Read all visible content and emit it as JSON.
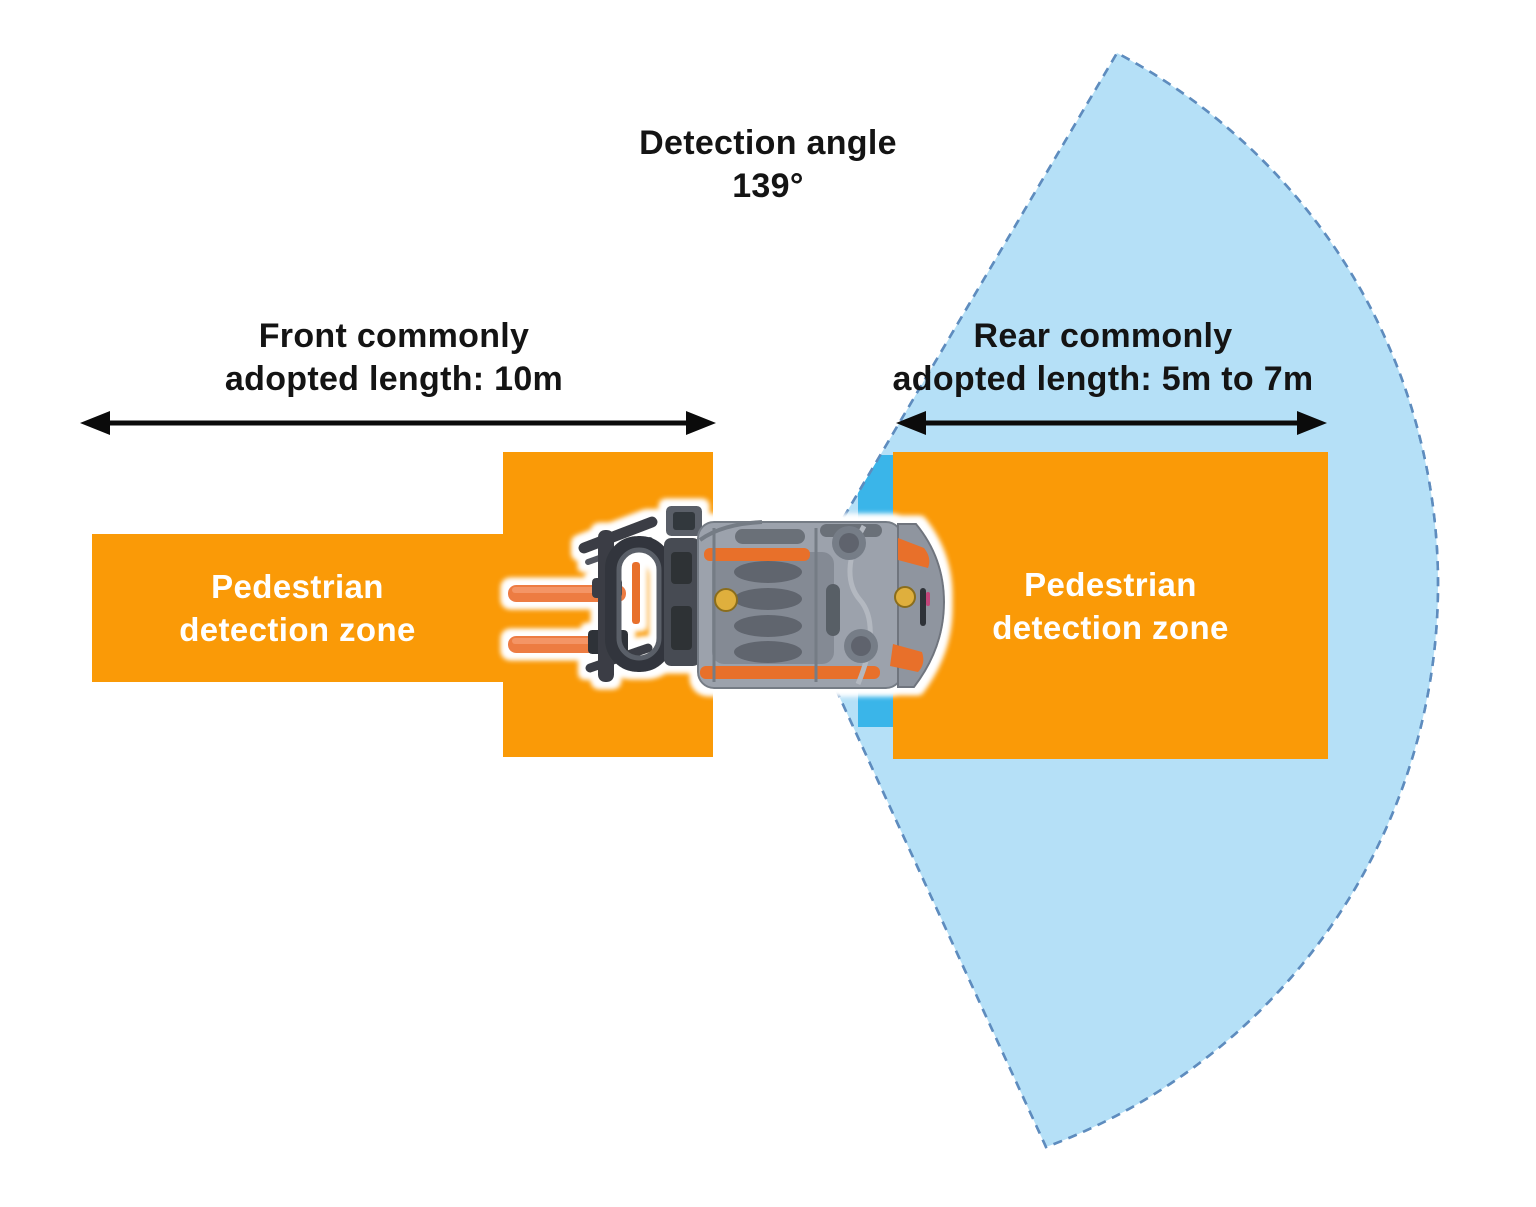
{
  "title": {
    "line1": "Detection angle",
    "line2": "139°"
  },
  "front_label": {
    "line1": "Front commonly",
    "line2": "adopted length: 10m"
  },
  "rear_label": {
    "line1": "Rear commonly",
    "line2": "adopted length: 5m to 7m"
  },
  "left_zone": {
    "line1": "Pedestrian",
    "line2": "detection zone"
  },
  "right_zone": {
    "line1": "Pedestrian",
    "line2": "detection zone"
  },
  "detection_angle_value": "139°",
  "front_zone_length": "10m",
  "rear_zone_length": "5m to 7m",
  "colors": {
    "zone_orange": "#FA9A07",
    "sector_fill": "#B5E0F7",
    "sector_stroke": "#5E8CBE",
    "sensor_blue": "#3AB5E9",
    "arrow_color": "#0B0B0B",
    "text_dark": "#141414",
    "text_light": "#FFFFFF"
  }
}
